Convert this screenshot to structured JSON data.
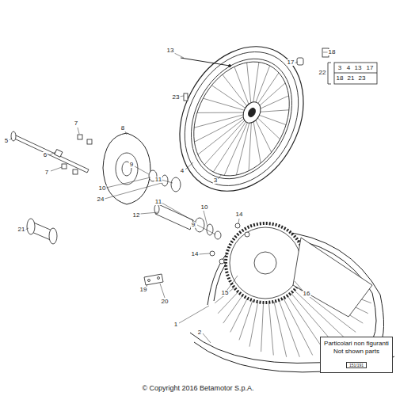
{
  "diagram": {
    "caption": "© Copyright 2016 Betamotor S.p.A.",
    "nodes": [
      {
        "text": [
          "Particolari non figuranti Not shown parts",
          "151/191"
        ]
      }
    ],
    "labels": [
      "13",
      "17",
      "18",
      "22",
      "3",
      "4",
      "13",
      "17",
      "18",
      "21",
      "23",
      "23",
      "5",
      "7",
      "8",
      "6",
      "7",
      "9",
      "10",
      "24",
      "11",
      "4",
      "3",
      "11",
      "12",
      "10",
      "9",
      "21",
      "14",
      "14",
      "15",
      "16",
      "19",
      "20",
      "1",
      "2"
    ]
  }
}
